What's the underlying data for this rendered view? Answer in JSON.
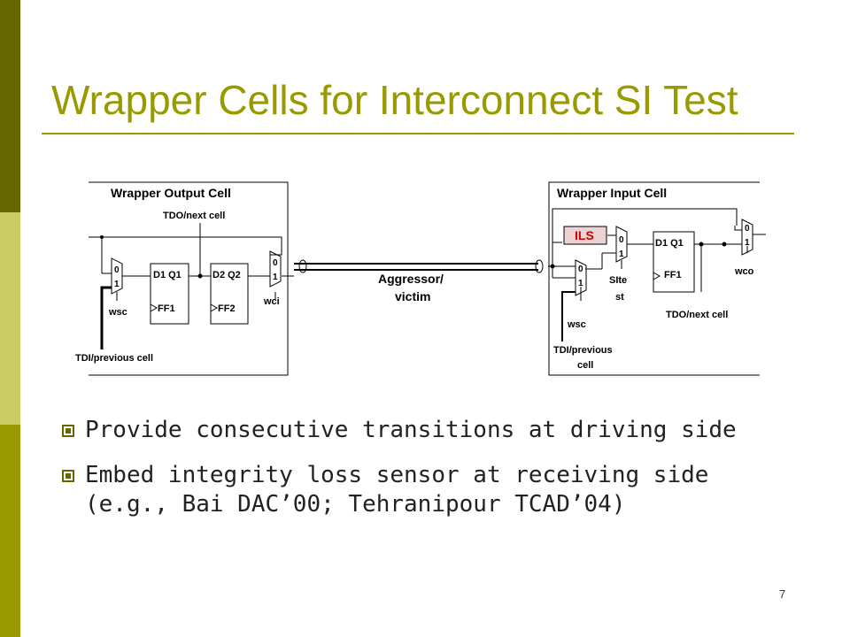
{
  "slide": {
    "title": "Wrapper Cells for Interconnect SI Test",
    "page_number": "7",
    "bullets": [
      {
        "line1": "Provide consecutive transitions at driving side",
        "line2": ""
      },
      {
        "line1": "Embed integrity loss sensor at receiving side",
        "line2": "(e.g., Bai DAC’00; Tehranipour TCAD’04)"
      }
    ]
  },
  "diagram": {
    "output_cell": {
      "title": "Wrapper Output Cell",
      "tdo_label": "TDO/next cell",
      "tdi_label": "TDI/previous cell",
      "mux1_in0": "0",
      "mux1_in1": "1",
      "mux1_label": "wsc",
      "ff1_ports": "D1  Q1",
      "ff1_name": "FF1",
      "ff2_ports": "D2  Q2",
      "ff2_name": "FF2",
      "mux2_in0": "0",
      "mux2_in1": "1",
      "mux2_label": "wci"
    },
    "wire": {
      "label_line1": "Aggressor/",
      "label_line2": "victim"
    },
    "input_cell": {
      "title": "Wrapper Input Cell",
      "ils_label": "ILS",
      "mux_sitest_in0": "0",
      "mux_sitest_in1": "1",
      "sitest_line1": "SIte",
      "sitest_line2": "st",
      "mux_wsc_in0": "0",
      "mux_wsc_in1": "1",
      "mux_wsc_label": "wsc",
      "ff_ports": "D1  Q1",
      "ff_name": "FF1",
      "mux_wco_in0": "0",
      "mux_wco_in1": "1",
      "mux_wco_label": "wco",
      "tdo_label": "TDO/next cell",
      "tdi_line1": "TDI/previous",
      "tdi_line2": "cell"
    },
    "colors": {
      "ils_fill": "#ebd3d3",
      "ils_text": "#cc0000",
      "accent": "#999900"
    }
  }
}
